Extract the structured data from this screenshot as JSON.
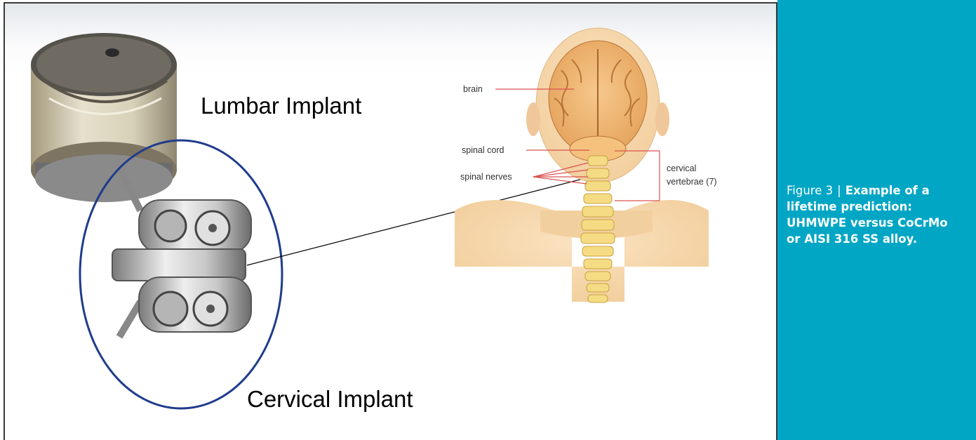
{
  "figure": {
    "lumbar_label": "Lumbar Implant",
    "cervical_label": "Cervical Implant",
    "anatomy_labels": {
      "brain": "brain",
      "spinal_cord": "spinal cord",
      "spinal_nerves": "spinal nerves",
      "cervical_line1": "cervical",
      "cervical_line2": "vertebrae (7)"
    }
  },
  "caption": {
    "label": "Figure 3",
    "separator": "|",
    "text": "Example of a lifetime prediction: UHMWPE versus CoCrMo or AISI 316 SS alloy."
  },
  "colors": {
    "caption_background": "#00a6c4",
    "ellipse_stroke": "#1f3c8c",
    "anatomy_line": "#d9534f"
  }
}
